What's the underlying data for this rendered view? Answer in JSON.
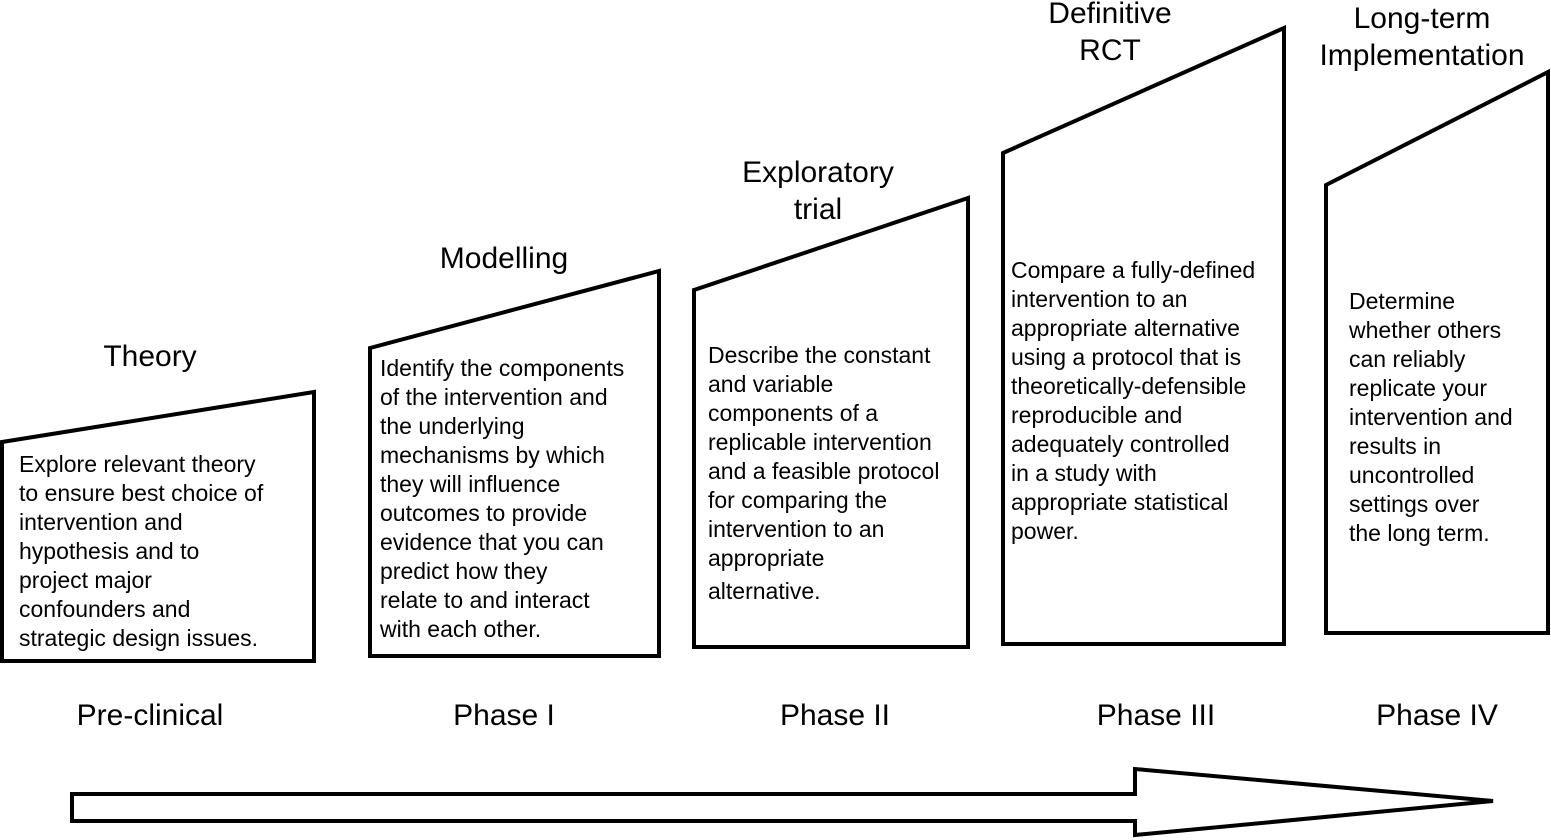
{
  "stages": [
    {
      "title_lines": [
        "Theory"
      ],
      "description_lines": [
        "Explore relevant theory",
        "to ensure best choice of",
        "intervention and",
        "hypothesis and to",
        "project major",
        "confounders and",
        "strategic design issues."
      ],
      "phase": "Pre-clinical"
    },
    {
      "title_lines": [
        "Modelling"
      ],
      "description_lines": [
        "Identify the components",
        "of the intervention and",
        "the underlying",
        "mechanisms by which",
        "they will influence",
        "outcomes to provide",
        "evidence that you can",
        "predict how they",
        "relate to and interact",
        "with each other."
      ],
      "phase": "Phase I"
    },
    {
      "title_lines": [
        "Exploratory",
        "trial"
      ],
      "description_lines": [
        "Describe the constant",
        "and variable",
        "components of a",
        "replicable intervention",
        "and a feasible protocol",
        "for comparing the",
        "intervention to an",
        "appropriate",
        "alternative."
      ],
      "phase": "Phase II"
    },
    {
      "title_lines": [
        "Definitive",
        "RCT"
      ],
      "description_lines": [
        "Compare a fully-defined",
        "intervention to an",
        "appropriate alternative",
        "using a protocol that is",
        "theoretically-defensible",
        "reproducible and",
        "adequately controlled",
        "in a study with",
        "appropriate statistical",
        "power."
      ],
      "phase": "Phase III"
    },
    {
      "title_lines": [
        "Long-term",
        "Implementation"
      ],
      "description_lines": [
        "Determine",
        "whether others",
        "can reliably",
        "replicate your",
        "intervention and",
        "results in",
        "uncontrolled",
        "settings over",
        "the long term."
      ],
      "phase": "Phase IV"
    }
  ]
}
